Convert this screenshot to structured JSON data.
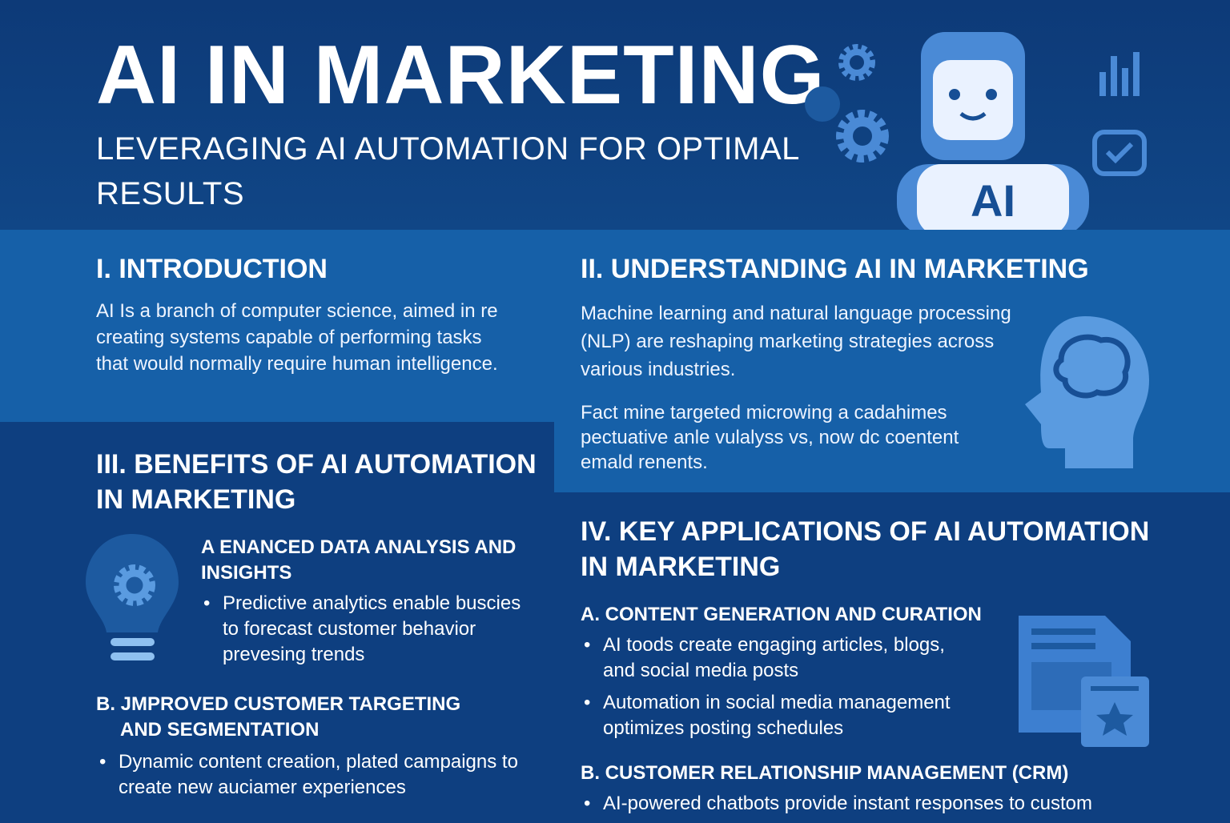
{
  "header": {
    "title": "AI IN MARKETING",
    "subtitle": "LEVERAGING AI AUTOMATION FOR OPTIMAL RESULTS",
    "robot_label": "AI"
  },
  "intro": {
    "heading": "I. INTRODUCTION",
    "text": "AI Is a branch of computer science, aimed in re creating systems capable of performing tasks that would normally require human intelligence."
  },
  "understanding": {
    "heading": "II. UNDERSTANDING AI IN MARKETING",
    "text1": "Machine learning and natural language processing (NLP) are reshaping marketing strategies across various industries.",
    "text2": "Fact mine targeted microwing a cadahimes pectuative anle vulalyss vs, now dc coentent emald renents."
  },
  "benefits": {
    "heading": "III. BENEFITS OF AI AUTOMATION IN MARKETING",
    "a": {
      "heading": "A  ENANCED DATA ANALYSIS AND INSIGHTS",
      "bullets": [
        "Predictive analytics enable buscies to forecast customer behavior prevesing trends"
      ]
    },
    "b": {
      "heading": "B. JMPROVED CUSTOMER TARGETING AND SEGMENTATION",
      "bullets": [
        "Dynamic content  creation, plated campaigns to create new auciamer experiences"
      ]
    }
  },
  "applications": {
    "heading": "IV. KEY APPLICATIONS OF AI AUTOMATION IN MARKETING",
    "a": {
      "heading": "A. CONTENT GENERATION AND CURATION",
      "bullets": [
        "AI toods create engaging articles, blogs, and social media posts",
        "Automation in social media management optimizes posting schedules"
      ]
    },
    "b": {
      "heading": "B. CUSTOMER RELATIONSHIP MANAGEMENT (CRM)",
      "bullets": [
        "AI-powered chatbots provide instant responses to custom"
      ]
    }
  },
  "colors": {
    "background": "#0e3f80",
    "panel": "#1660a8",
    "icon": "#5a9be0"
  }
}
